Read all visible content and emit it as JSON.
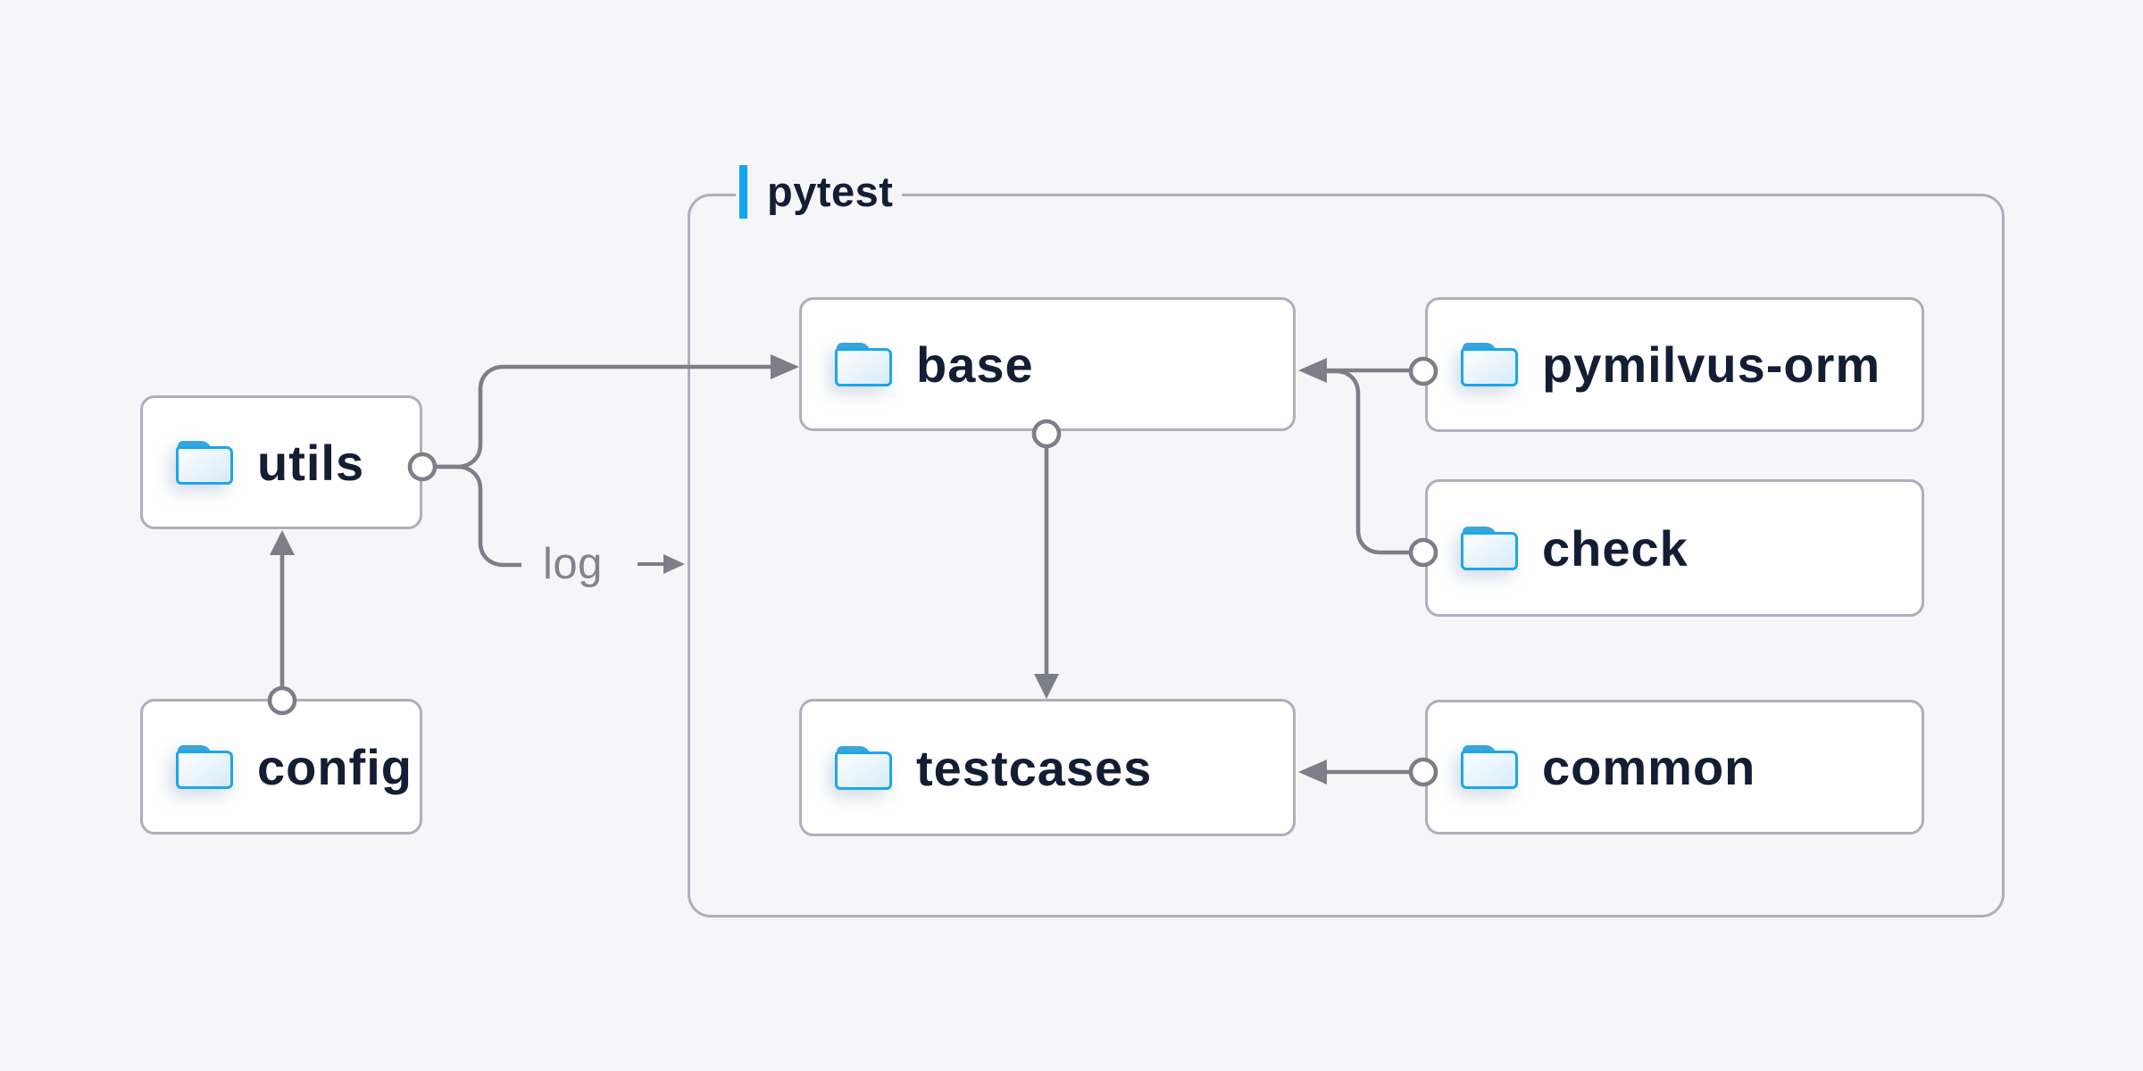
{
  "container": {
    "label": "pytest"
  },
  "nodes": [
    {
      "id": "utils",
      "label": "utils"
    },
    {
      "id": "config",
      "label": "config"
    },
    {
      "id": "base",
      "label": "base"
    },
    {
      "id": "testcases",
      "label": "testcases"
    },
    {
      "id": "pymilvus-orm",
      "label": "pymilvus-orm"
    },
    {
      "id": "check",
      "label": "check"
    },
    {
      "id": "common",
      "label": "common"
    }
  ],
  "edge_label": {
    "text": "log"
  },
  "diagram": {
    "type": "folder-dependency-diagram",
    "edges": [
      {
        "from": "config",
        "to": "utils"
      },
      {
        "from": "utils",
        "to": "base"
      },
      {
        "from": "utils",
        "to": "log"
      },
      {
        "from": "pymilvus-orm",
        "to": "base"
      },
      {
        "from": "check",
        "to": "base"
      },
      {
        "from": "base",
        "to": "testcases"
      },
      {
        "from": "common",
        "to": "testcases"
      }
    ]
  },
  "colors": {
    "background": "#f6f6f8",
    "box_background": "#ffffff",
    "box_border": "#b0aeba",
    "wire_gray": "#7d7e87",
    "text_navy": "#131d33",
    "muted_label": "#83848d",
    "accent_blue": "#12a7f0",
    "folder_blue": "#1ca6ec",
    "folder_tab_blue": "#3aa5da"
  }
}
